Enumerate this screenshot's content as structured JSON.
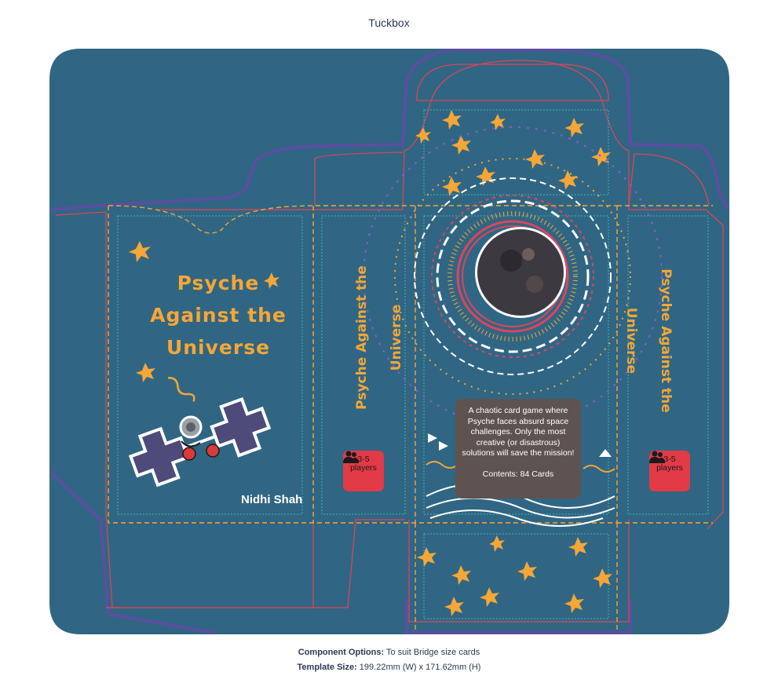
{
  "page": {
    "title": "Tuckbox"
  },
  "front": {
    "title_lines": [
      "Psyche",
      "Against the",
      "Universe"
    ],
    "author": "Nidhi Shah"
  },
  "spine": {
    "title_line1": "Psyche Against the",
    "title_line2": "Universe"
  },
  "badge": {
    "count": "3-5",
    "label": "players",
    "icon": "people-icon"
  },
  "back": {
    "description": "A chaotic card game where Psyche faces absurd space challenges. Only the most creative (or disastrous) solutions will save the mission!",
    "contents": "Contents: 84 Cards"
  },
  "footer": {
    "options_label": "Component Options:",
    "options_value": " To suit Bridge size cards",
    "size_label": "Template Size:",
    "size_value": " 199.22mm (W) x 171.62mm (H)"
  },
  "colors": {
    "panel": "#306683",
    "accent": "#f5a637",
    "outline": "#5a4fa0",
    "cut": "#e0445a",
    "badge": "#e23a47"
  }
}
